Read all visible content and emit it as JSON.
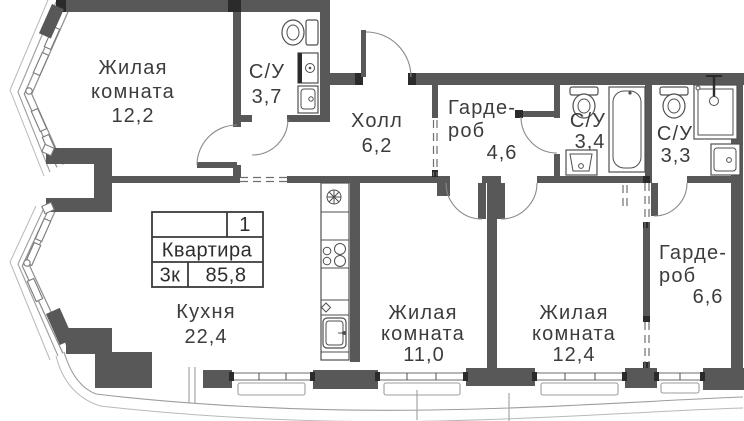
{
  "plan": {
    "type": "apartment-floor-plan",
    "language": "ru"
  },
  "info_table": {
    "number": "1",
    "title": "Квартира",
    "rooms_label": "3к",
    "total_area": "85,8"
  },
  "rooms": {
    "living_room_1": {
      "name_line1": "Жилая",
      "name_line2": "комната",
      "area": "12,2"
    },
    "bathroom_1": {
      "name": "С/У",
      "area": "3,7"
    },
    "hall": {
      "name": "Холл",
      "area": "6,2"
    },
    "wardrobe_1": {
      "name_line1": "Гарде-",
      "name_line2": "роб",
      "area": "4,6"
    },
    "bathroom_2": {
      "name": "С/У",
      "area": "3,4"
    },
    "bathroom_3": {
      "name": "С/У",
      "area": "3,3"
    },
    "wardrobe_2": {
      "name_line1": "Гарде-",
      "name_line2": "роб",
      "area": "6,6"
    },
    "kitchen": {
      "name": "Кухня",
      "area": "22,4"
    },
    "living_room_2": {
      "name_line1": "Жилая",
      "name_line2": "комната",
      "area": "11,0"
    },
    "living_room_3": {
      "name_line1": "Жилая",
      "name_line2": "комната",
      "area": "12,4"
    }
  },
  "fixtures": [
    "toilet",
    "washing-machine",
    "sink",
    "bathtub",
    "shower",
    "stove",
    "kitchen-sink",
    "extractor-fan"
  ],
  "colors": {
    "wall": "#585858",
    "wall_dark": "#2b2b2b",
    "thin_line": "#9d9d9d",
    "text": "#3c3c3c",
    "background": "#ffffff"
  }
}
